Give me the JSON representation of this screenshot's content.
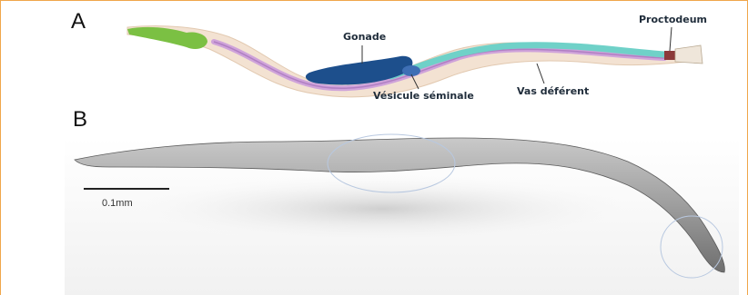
{
  "figure": {
    "panel_a_label": "A",
    "panel_b_label": "B",
    "colors": {
      "frame": "#f0a64b",
      "body_fill": "#f3e2d2",
      "gut": "#cfa3da",
      "gonad": "#1d4f8c",
      "vas_deferens": "#6fd1c8",
      "pharynx": "#7bc043"
    }
  },
  "panel_a": {
    "labels": {
      "gonad": "Gonade",
      "seminal_vesicle": "Vésicule séminale",
      "vas_deferens": "Vas déférent",
      "proctodeum": "Proctodeum"
    }
  },
  "panel_b": {
    "scale_bar_label": "0.1mm"
  }
}
